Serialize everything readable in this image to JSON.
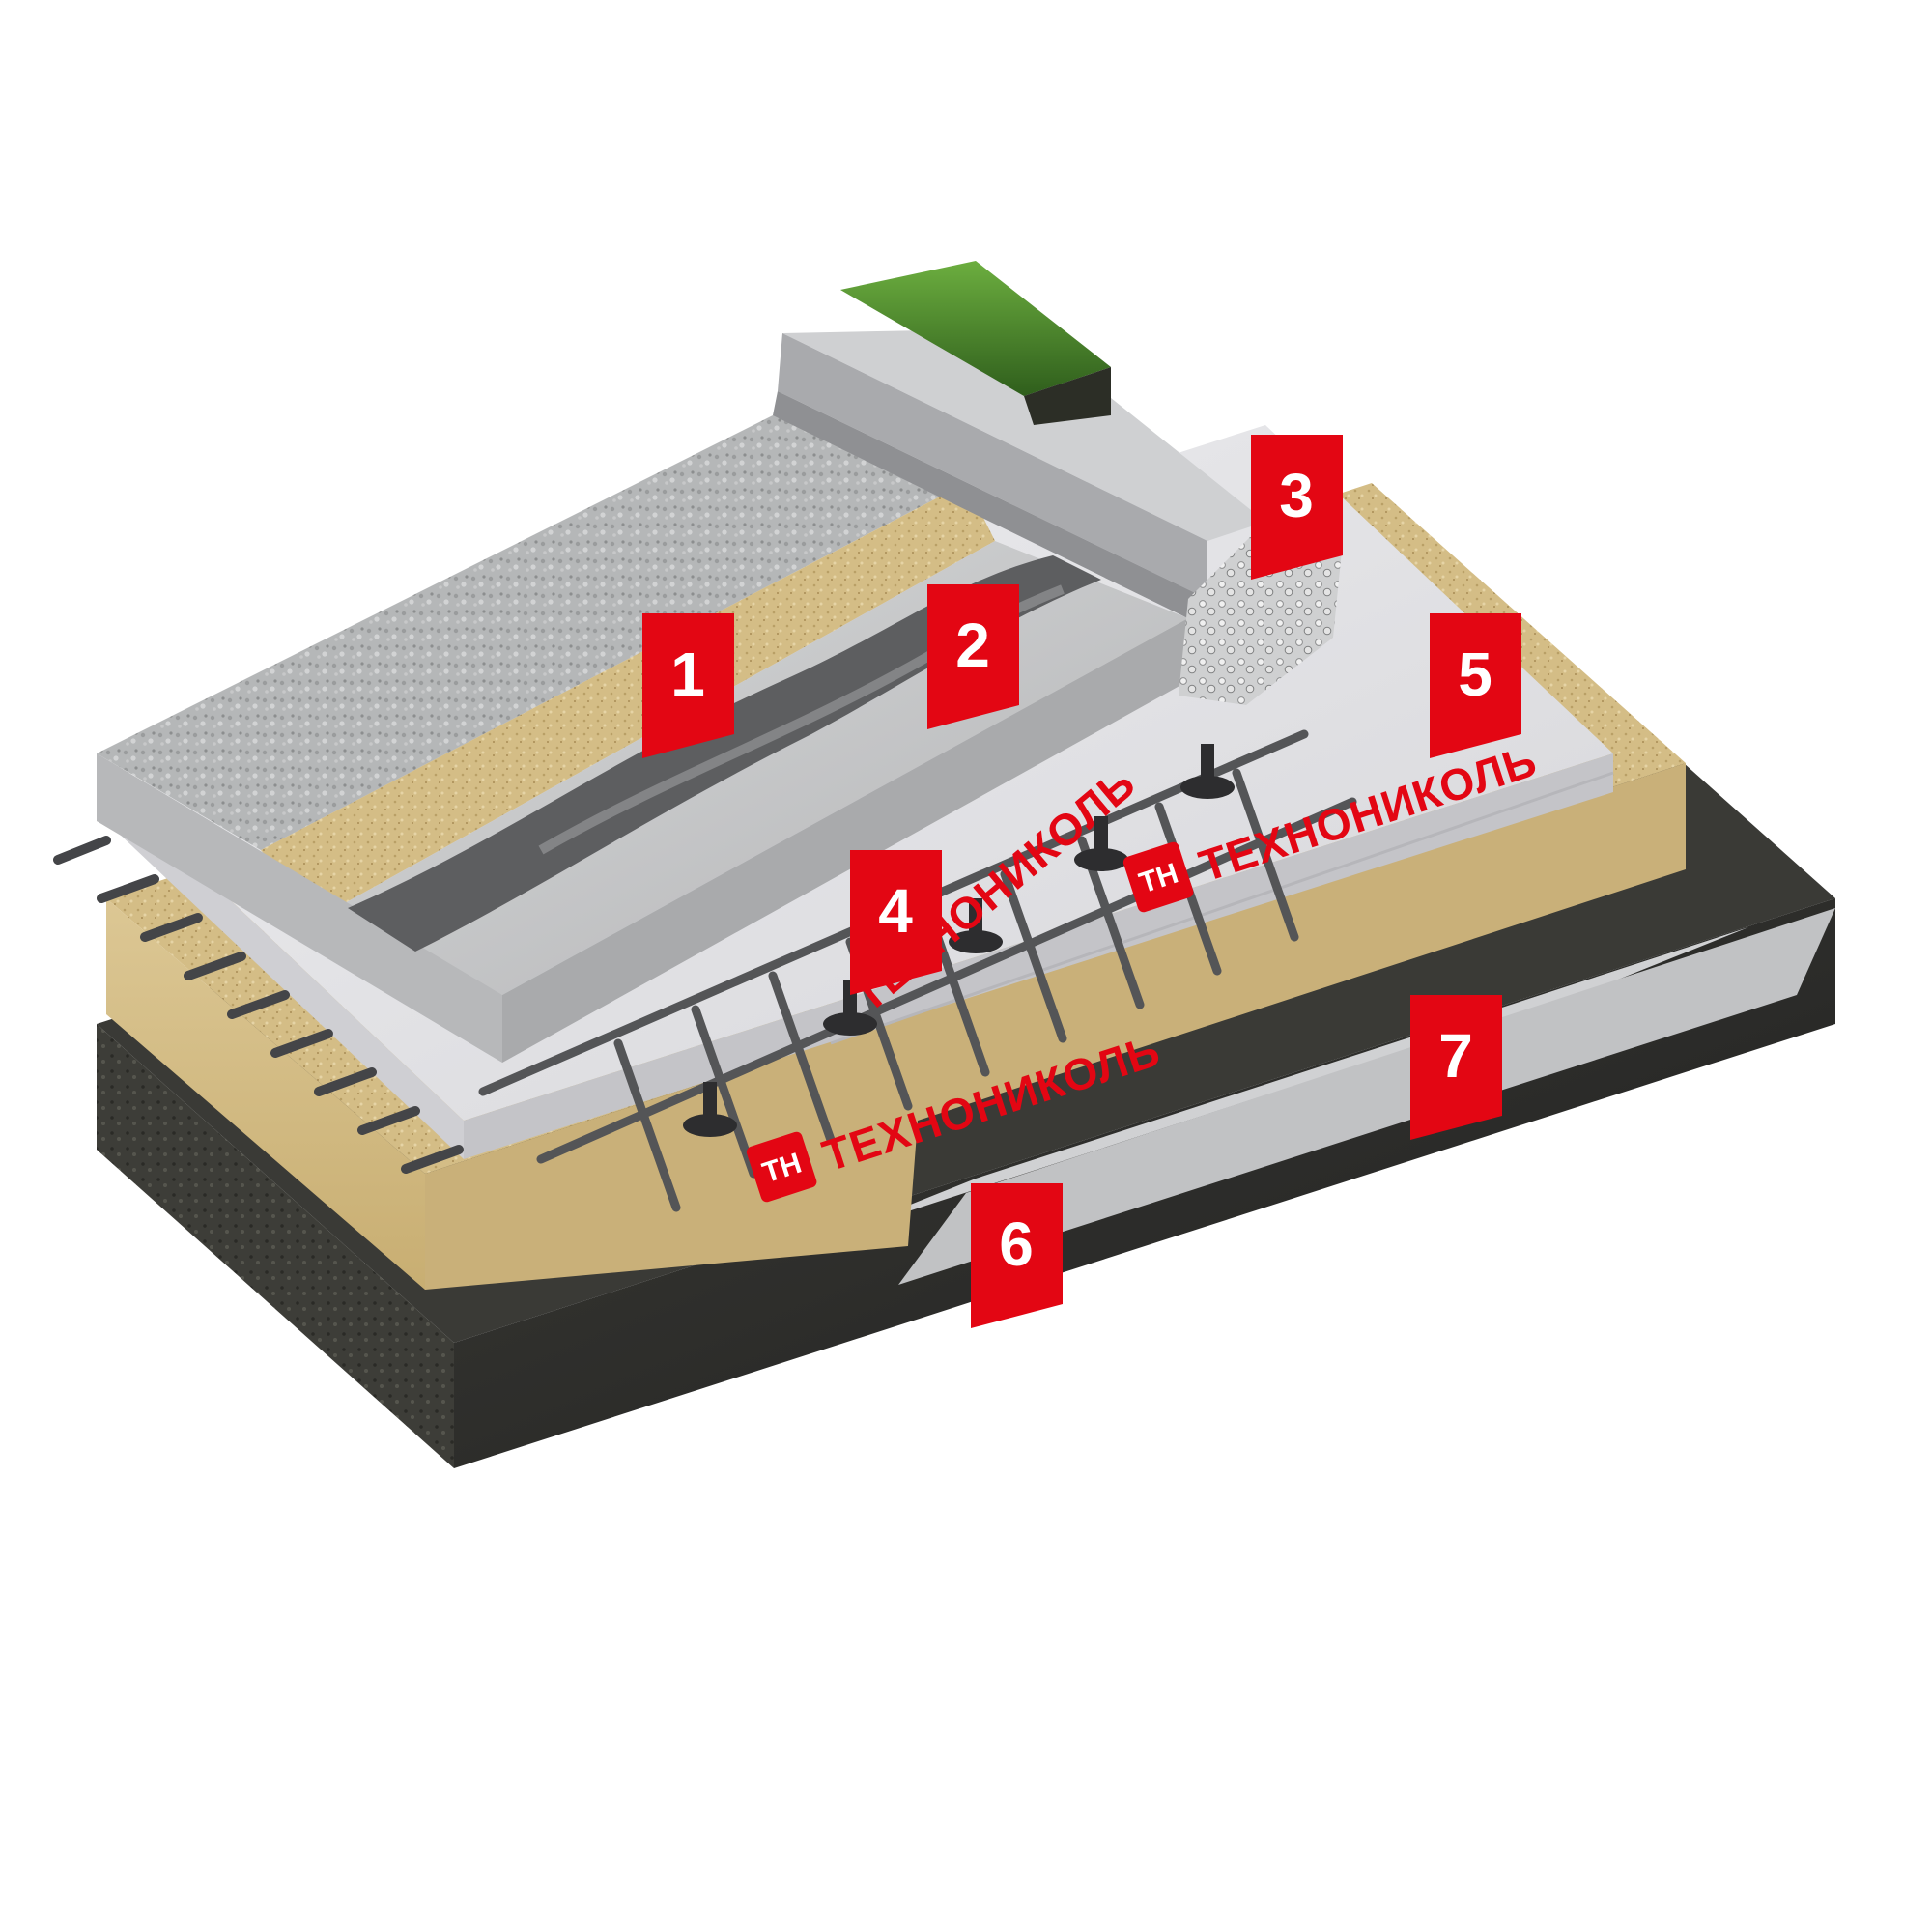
{
  "diagram": {
    "markers": [
      {
        "number": "1"
      },
      {
        "number": "2"
      },
      {
        "number": "3"
      },
      {
        "number": "4"
      },
      {
        "number": "5"
      },
      {
        "number": "6"
      },
      {
        "number": "7"
      }
    ],
    "brand_labels": [
      {
        "text": "ТЕХНОНИКОЛЬ",
        "logo": "ТН"
      },
      {
        "text": "ТЕХНОНИКОЛЬ",
        "logo": "ТН"
      },
      {
        "text": "ТЕХНОНИКОЛЬ",
        "logo": "ТН"
      }
    ],
    "colors": {
      "marker": "#e30613",
      "brand": "#e30613",
      "insulation_board": "#e4e4e6",
      "sand": "#d4bd86",
      "gravel": "#b9bbbc",
      "concrete": "#c9cacb",
      "soil": "#3b3b36",
      "geotextile": "#c8c9cb",
      "grass": "#4e8a2f",
      "membrane": "#5c5c5e"
    }
  }
}
